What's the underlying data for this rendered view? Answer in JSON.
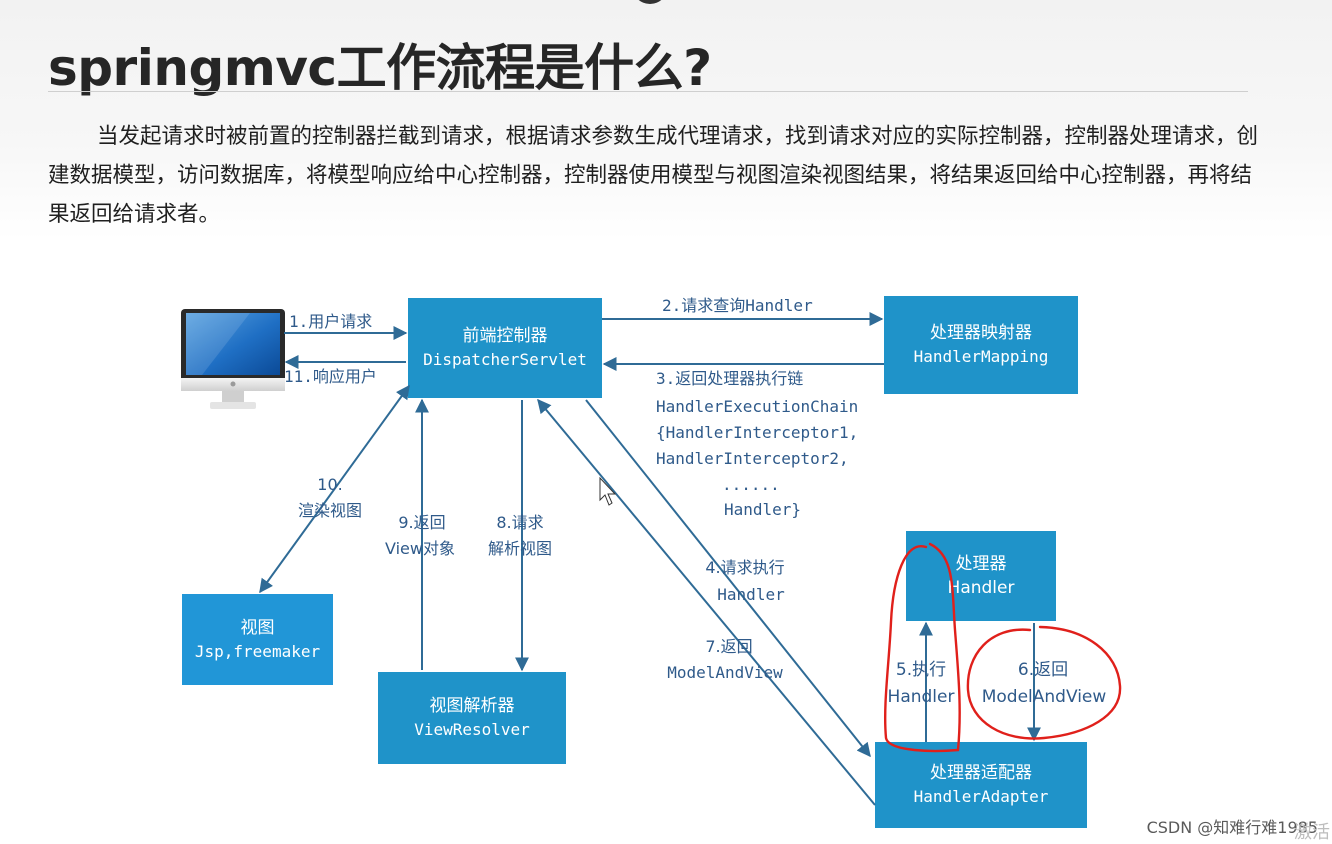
{
  "title": "springmvc工作流程是什么?",
  "paragraph": "当发起请求时被前置的控制器拦截到请求，根据请求参数生成代理请求，找到请求对应的实际控制器，控制器处理请求，创建数据模型，访问数据库，将模型响应给中心控制器，控制器使用模型与视图渲染视图结果，将结果返回给中心控制器，再将结果返回给请求者。",
  "diagram": {
    "nodes": {
      "dispatcher": {
        "line1": "前端控制器",
        "line2": "DispatcherServlet"
      },
      "mapping": {
        "line1": "处理器映射器",
        "line2": "HandlerMapping"
      },
      "handler": {
        "line1": "处理器",
        "line2": "Handler"
      },
      "adapter": {
        "line1": "处理器适配器",
        "line2": "HandlerAdapter"
      },
      "resolver": {
        "line1": "视图解析器",
        "line2": "ViewResolver"
      },
      "view": {
        "line1": "视图",
        "line2": "Jsp,freemaker"
      }
    },
    "labels": {
      "step1": "1.用户请求",
      "step11": "11.响应用户",
      "step2": "2.请求查询Handler",
      "step3_title": "3.返回处理器执行链",
      "step3_l1": "HandlerExecutionChain",
      "step3_l2": "{HandlerInterceptor1,",
      "step3_l3": "HandlerInterceptor2,",
      "step3_l4": "......",
      "step3_l5": "Handler}",
      "step10_a": "10.",
      "step10_b": "渲染视图",
      "step9_a": "9.返回",
      "step9_b": "View对象",
      "step8_a": "8.请求",
      "step8_b": "解析视图",
      "step4_a": "4.请求执行",
      "step4_b": "Handler",
      "step7_a": "7.返回",
      "step7_b": "ModelAndView",
      "step5_a": "5.执行",
      "step5_b": "Handler",
      "step6_a": "6.返回",
      "step6_b": "ModelAndView"
    },
    "colors": {
      "box": "#1f93c9",
      "arrow": "#2f6b96",
      "label": "#2f5a8a",
      "annotation": "#e0201b"
    }
  },
  "footer": "CSDN @知难行难1985",
  "watermark": "激活"
}
